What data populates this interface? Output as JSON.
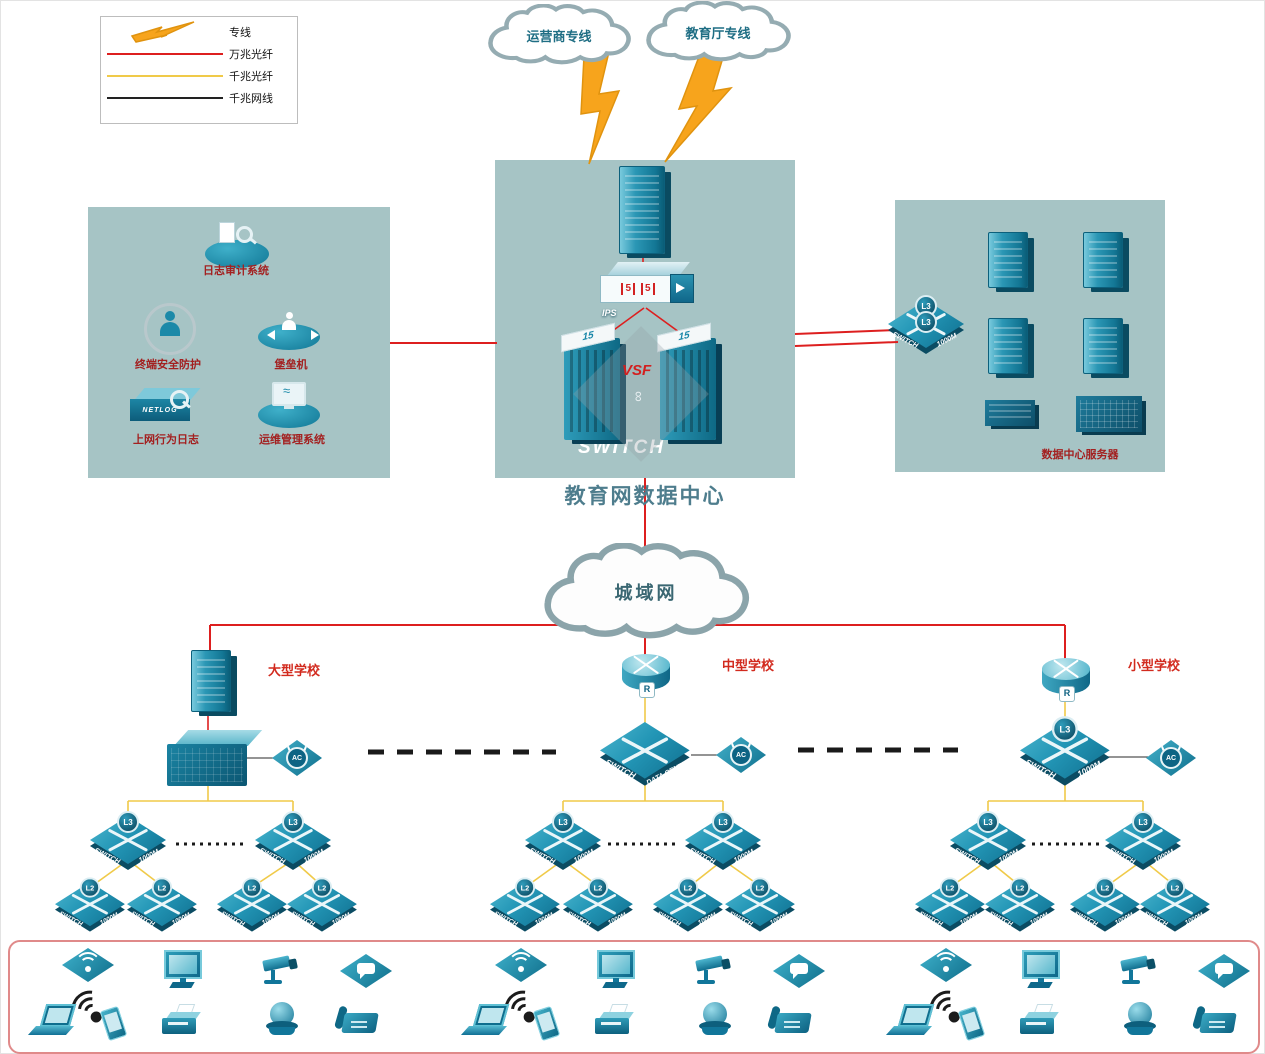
{
  "legend": {
    "items": [
      {
        "label": "专线"
      },
      {
        "label": "万兆光纤"
      },
      {
        "label": "千兆光纤"
      },
      {
        "label": "千兆网线"
      }
    ]
  },
  "clouds": {
    "operator": "运营商专线",
    "education": "教育厅专线",
    "man": "城域网"
  },
  "datacenter": {
    "title": "教育网数据中心",
    "ips_label": "IPS",
    "ips_logo": "5",
    "vsf_label": "VSF",
    "chassis_logo": "15",
    "switch_watermark": "SWITCH"
  },
  "security": {
    "log_audit": "日志审计系统",
    "terminal_protection": "终端安全防护",
    "bastion_host": "堡垒机",
    "netlog_label": "NETLOG",
    "net_behavior_log": "上网行为日志",
    "ops_management": "运维管理系统"
  },
  "server_zone": {
    "title": "数据中心服务器"
  },
  "schools": {
    "large": "大型学校",
    "medium": "中型学校",
    "small": "小型学校"
  },
  "device": {
    "l3": "L3",
    "l2": "L2",
    "ac": "AC",
    "router": "R",
    "switch_word": "SWITCH",
    "speed_word": "1000M",
    "dc_word": "DATA CENTER"
  }
}
